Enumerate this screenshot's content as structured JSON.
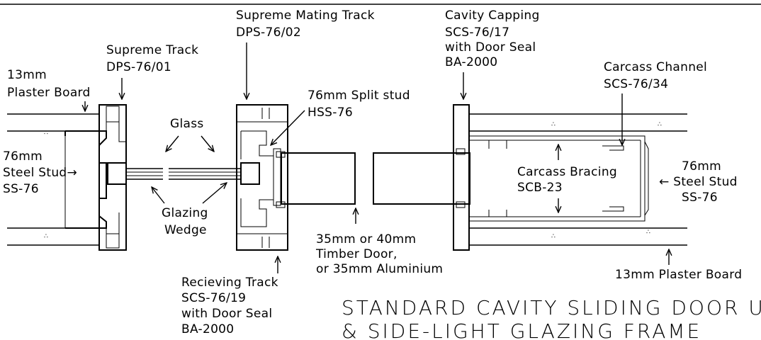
{
  "labels": {
    "plaster_left": [
      "13mm",
      "Plaster Board"
    ],
    "supreme_track": [
      "Supreme Track",
      "DPS-76/01"
    ],
    "supreme_mating": [
      "Supreme Mating Track",
      "DPS-76/02"
    ],
    "cavity_capping": [
      "Cavity Capping",
      "SCS-76/17",
      "with Door Seal",
      "BA-2000"
    ],
    "carcass_channel": [
      "Carcass Channel",
      "SCS-76/34"
    ],
    "glass": "Glass",
    "split_stud": [
      "76mm Split stud",
      "HSS-76"
    ],
    "steel_stud_left": [
      "76mm",
      "Steel Stud→",
      "SS-76"
    ],
    "glazing_wedge": [
      "Glazing",
      "Wedge"
    ],
    "carcass_bracing": [
      "Carcass Bracing",
      "SCB-23"
    ],
    "steel_stud_right": [
      "76mm",
      "← Steel Stud",
      "SS-76"
    ],
    "timber_door": [
      "35mm or 40mm",
      "Timber Door,",
      "or 35mm Aluminium"
    ],
    "receiving_track": [
      "Recieving Track",
      "SCS-76/19",
      "with Door Seal",
      "BA-2000"
    ],
    "plaster_right": "13mm Plaster Board"
  },
  "title": {
    "line1": "STANDARD CAVITY SLIDING DOOR UNIT",
    "line2": "& SIDE-LIGHT GLAZING FRAME"
  }
}
